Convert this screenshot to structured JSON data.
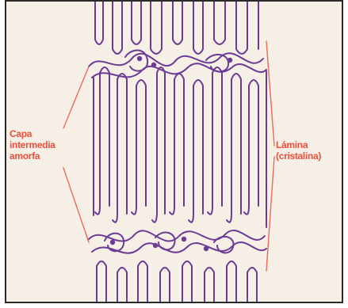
{
  "labels": {
    "left": [
      "Capa",
      "intermedia",
      "amorfa"
    ],
    "right": [
      "Lámina",
      "(cristalina)"
    ]
  },
  "colors": {
    "chain": "#6b3b95",
    "label": "#ec4f3c",
    "leader": "#ec6a58",
    "background": "#f6efe6"
  }
}
